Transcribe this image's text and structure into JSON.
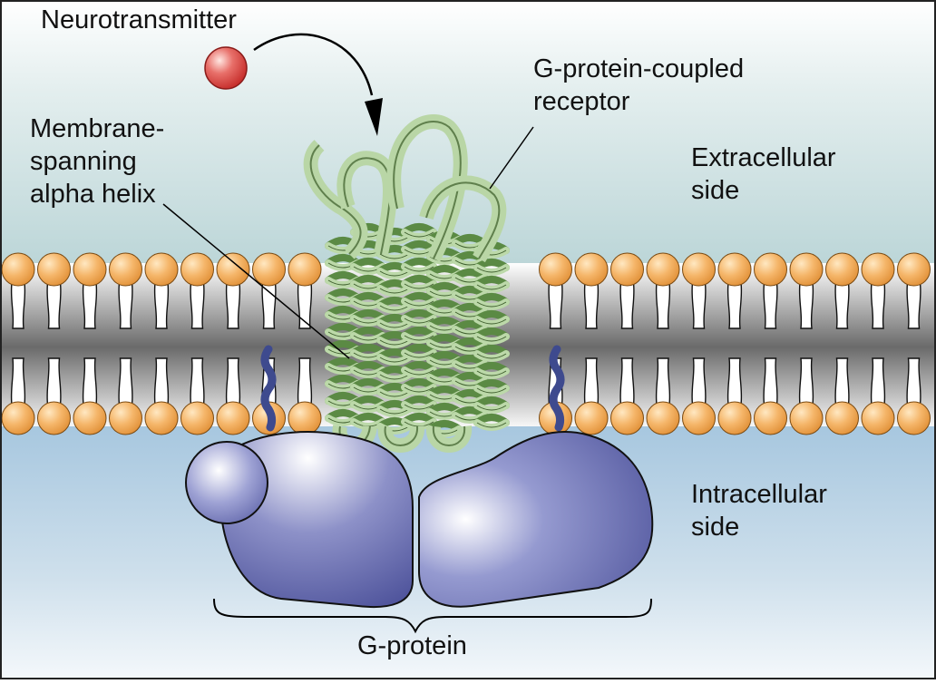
{
  "labels": {
    "neurotransmitter": "Neurotransmitter",
    "gpcr": "G-protein-coupled\nreceptor",
    "helix": "Membrane-\nspanning\nalpha helix",
    "extracellular": "Extracellular\nside",
    "intracellular": "Intracellular\nside",
    "gprotein": "G-protein"
  },
  "colors": {
    "extracellular_bg": "#cfe0e2",
    "intracellular_bg": "#a8c8df",
    "lipid_head": "#f0a95a",
    "receptor_helix": "#9cc28a",
    "g_protein": "#5d62a8",
    "neurotransmitter_ball": "#e0504c",
    "anchor_chain": "#3e4a8e"
  },
  "icons": [
    "neurotransmitter-ball",
    "receptor-helix-bundle",
    "g-protein-left-subunit",
    "g-protein-right-subunit",
    "lipid-anchor"
  ]
}
